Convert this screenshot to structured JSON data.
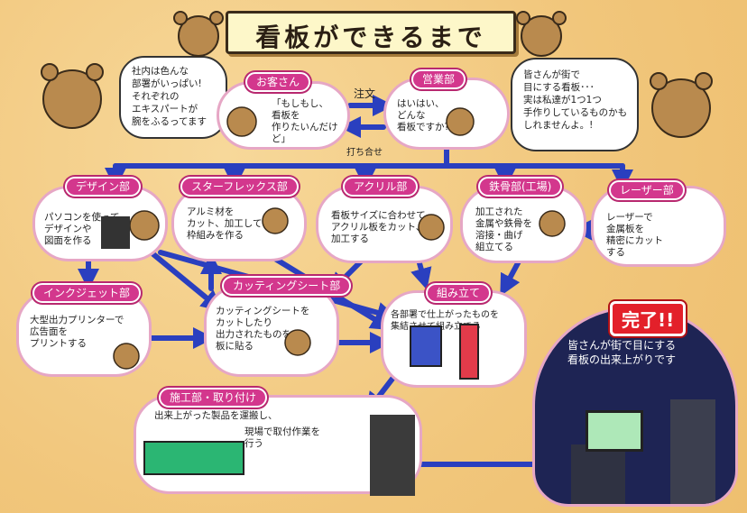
{
  "title": "看板ができるまで",
  "speech_left": "社内は色んな\n部署がいっぱい!\nそれぞれの\nエキスパートが\n腕をふるってます",
  "speech_right": "皆さんが街で\n目にする看板･･･\n実は私達が1つ1つ\n手作りしているものかも\nしれませんよ。!",
  "customer": {
    "label": "お客さん",
    "text": "「もしもし、\n看板を\n作りたいんだけど」"
  },
  "sales": {
    "label": "営業部",
    "text": "はいはい、\nどんな\n看板ですか?"
  },
  "order_label": "注文",
  "meeting_label": "打ち合せ",
  "design": {
    "label": "デザイン部",
    "text": "パソコンを使って\nデザインや\n図面を作る"
  },
  "starflex": {
    "label": "スターフレックス部",
    "text": "アルミ材を\nカット、加工して\n枠組みを作る"
  },
  "acrylic": {
    "label": "アクリル部",
    "text": "看板サイズに合わせて\nアクリル板をカット、\n加工する"
  },
  "steel": {
    "label": "鉄骨部(工場)",
    "text": "加工された\n金属や鉄骨を\n溶接・曲げ\n組立てる"
  },
  "laser": {
    "label": "レーザー部",
    "text": "レーザーで\n金属板を\n精密にカット\nする"
  },
  "inkjet": {
    "label": "インクジェット部",
    "text": "大型出力プリンターで\n広告面を\nプリントする"
  },
  "cutting": {
    "label": "カッティングシート部",
    "text": "カッティングシートを\nカットしたり\n出力されたものを\n板に貼る"
  },
  "assembly": {
    "label": "組み立て",
    "text": "各部署で仕上がったものを\n集結させて組み立てる"
  },
  "construction": {
    "label": "施工部・取り付け",
    "text1": "出来上がった製品を運搬し、",
    "text2": "現場で取付作業を\n行う"
  },
  "complete": {
    "label": "完了!!",
    "text": "皆さんが街で目にする\n看板の出来上がりです"
  },
  "colors": {
    "background": "#f3cd86",
    "tag": "#d3378d",
    "node_border": "#e6a7c5",
    "arrow": "#2a3fbf",
    "night": "#1e2454"
  }
}
